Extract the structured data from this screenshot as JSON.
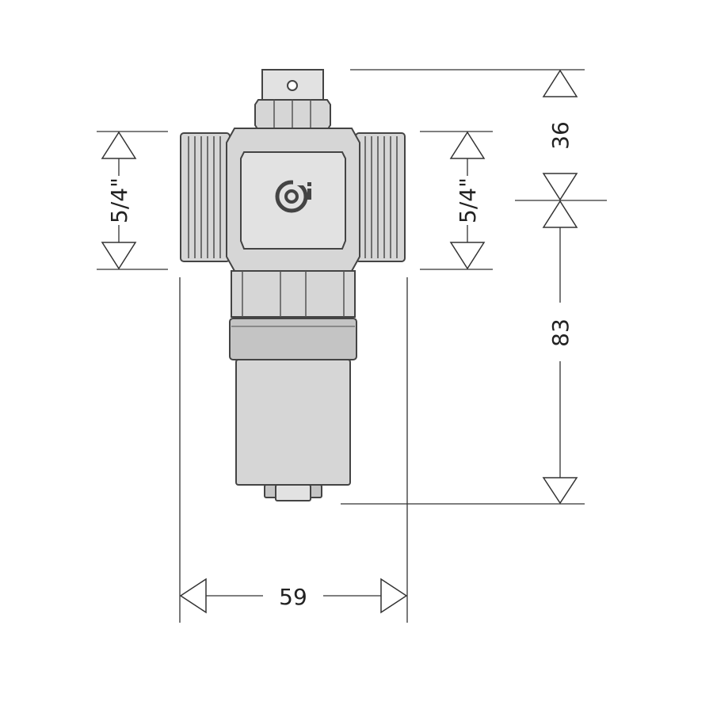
{
  "diagram": {
    "dimensions": {
      "left_connection": "5/4\"",
      "right_connection": "5/4\"",
      "top_height": "36",
      "lower_height": "83",
      "width": "59"
    },
    "logo": "logo-icon",
    "colors": {
      "body": "#d6d6d6",
      "outline": "#444444",
      "dimension_lines": "#333333",
      "background": "#ffffff"
    }
  }
}
